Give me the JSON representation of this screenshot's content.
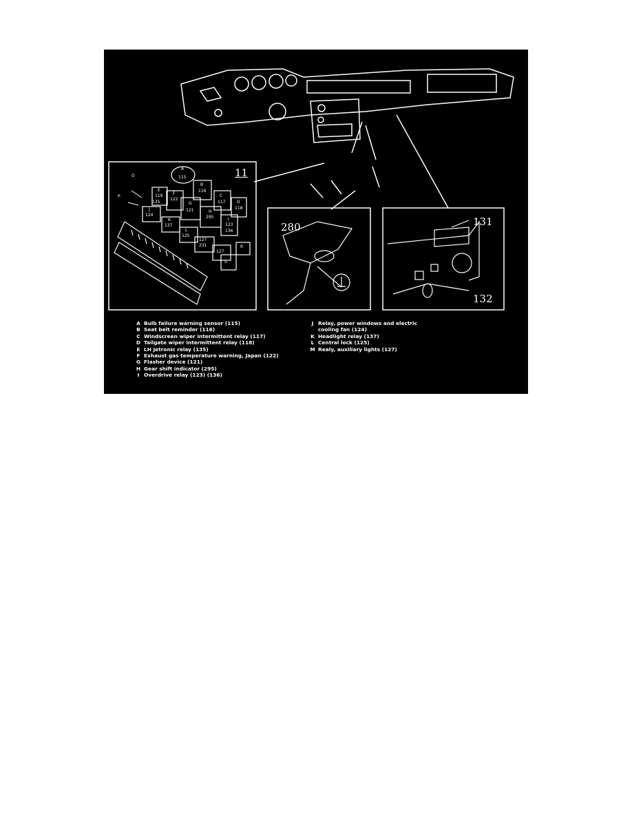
{
  "figure": {
    "box_label": "11",
    "callouts": {
      "c280": "280",
      "c131": "131",
      "c132": "132"
    },
    "relay_labels": {
      "A": "A",
      "A_num": "115",
      "B": "B",
      "B_num": "116",
      "C": "C",
      "C_num": "117",
      "D": "D",
      "D_num": "118",
      "E": "E",
      "E_num": "119",
      "E_num2": "135",
      "F": "F",
      "F_num": "122",
      "G": "G",
      "G_num": "121",
      "H": "H",
      "H_num": "295",
      "I": "I",
      "I_num": "123",
      "I_num2": "136",
      "J": "J",
      "J_num": "124",
      "K": "K",
      "K_num": "137",
      "L": "L",
      "L_num": "125",
      "M_num": "127",
      "M_num2": "231",
      "N_num": "127",
      "O": "O",
      "P": "P",
      "R": "R",
      "S": "S"
    },
    "legend_left": [
      {
        "key": "A",
        "text": "Bulb failure warning sensor (115)"
      },
      {
        "key": "B",
        "text": "Seat belt reminder (116)"
      },
      {
        "key": "C",
        "text": "Windscreen wiper intermittent relay (117)"
      },
      {
        "key": "D",
        "text": "Tailgate wiper intermittent relay (118)"
      },
      {
        "key": "E",
        "text": "LH Jetronic relay (135)"
      },
      {
        "key": "F",
        "text": "Exhaust gas temperature warning, Japan (122)"
      },
      {
        "key": "G",
        "text": "Flasher device (121)"
      },
      {
        "key": "H",
        "text": "Gear shift indicator (295)"
      },
      {
        "key": "I",
        "text": "Overdrive relay (123) (136)"
      }
    ],
    "legend_right": [
      {
        "key": "J",
        "text": "Relay, power windows and electric"
      },
      {
        "key": "",
        "text": "cooling fan (124)"
      },
      {
        "key": "K",
        "text": "Headlight relay (137)"
      },
      {
        "key": "L",
        "text": "Central lock (125)"
      },
      {
        "key": "M",
        "text": "Realy, auxiliary lights (127)"
      }
    ]
  }
}
